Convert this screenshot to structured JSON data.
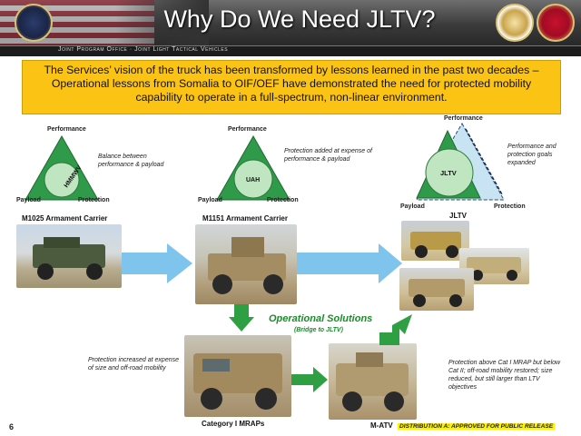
{
  "header": {
    "title": "Why Do We Need JLTV?",
    "subtitle": "Joint Program Office · Joint Light Tactical Vehicles"
  },
  "banner": {
    "text": "The Services’ vision of the truck has been transformed by lessons learned in the past two decades – Operational lessons from Somalia to OIF/OEF have demonstrated the need for protected mobility capability to operate in a full-spectrum, non-linear environment."
  },
  "triangles": [
    {
      "top": "Performance",
      "left": "Payload",
      "right": "Protection",
      "inner": "HMMWV",
      "note": "Balance between performance & payload",
      "caption": "M1025 Armament Carrier"
    },
    {
      "top": "Performance",
      "left": "Payload",
      "right": "Protection",
      "inner": "UAH",
      "note": "Protection added at expense of performance & payload",
      "caption": "M1151 Armament Carrier"
    },
    {
      "top": "Performance",
      "left": "Payload",
      "right": "Protection",
      "inner": "JLTV",
      "note": "Performance and protection goals expanded",
      "caption": "JLTV"
    }
  ],
  "operational": {
    "title": "Operational Solutions",
    "subtitle": "(Bridge to JLTV)"
  },
  "mrap": {
    "note": "Protection increased at expense of size and off-road mobility",
    "caption": "Category I MRAPs"
  },
  "matv": {
    "note": "Protection above Cat I MRAP but below Cat II; off-road mobility restored; size reduced, but still larger than LTV objectives",
    "caption": "M-ATV"
  },
  "footer": {
    "page": "6",
    "distribution": "DISTRIBUTION A: APPROVED FOR PUBLIC RELEASE"
  },
  "colors": {
    "banner": "#fbc313",
    "triangle_fill": "#2f9a4a",
    "circle_fill": "#bfe6c0",
    "blue_arrow": "#7fc4ec",
    "green_arrow": "#2ea043"
  }
}
